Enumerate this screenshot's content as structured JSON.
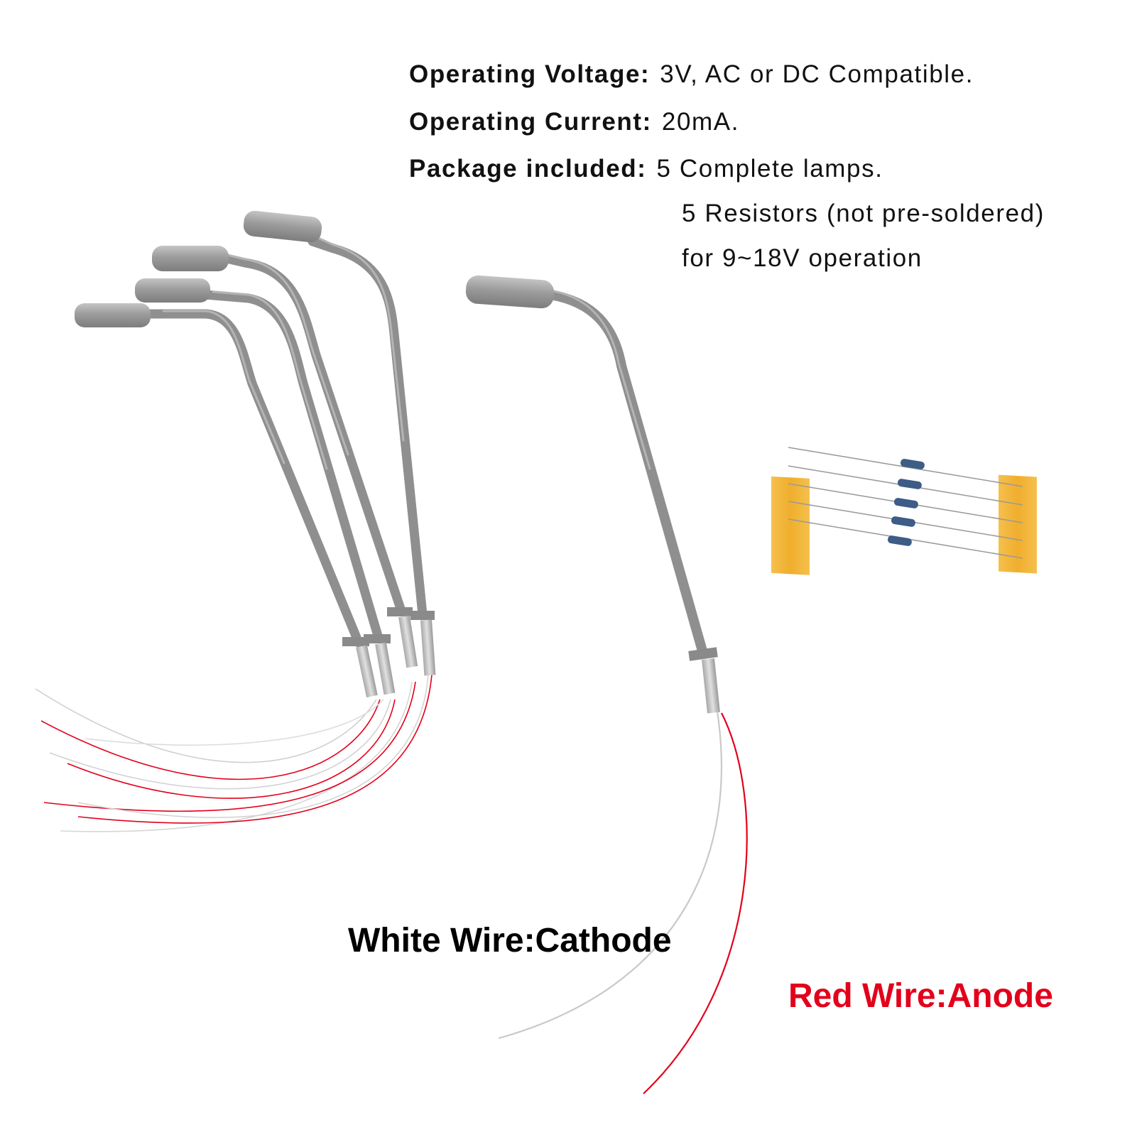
{
  "specs": {
    "voltage": {
      "label": "Operating Voltage:",
      "value": "3V, AC or DC Compatible."
    },
    "current": {
      "label": "Operating Current:",
      "value": "20mA."
    },
    "package": {
      "label": "Package included:",
      "lines": [
        "5 Complete lamps.",
        "5 Resistors (not pre-soldered)",
        "for 9~18V operation"
      ]
    }
  },
  "wire_labels": {
    "white": "White Wire:Cathode",
    "red": "Red Wire:Anode"
  },
  "colors": {
    "background": "#ffffff",
    "text": "#111111",
    "lamp_pole": "#8f8f8f",
    "lamp_pole_highlight": "#b4b4b4",
    "lamp_head": "#9a9a9a",
    "red_wire": "#e3001b",
    "white_wire": "#c9c9c9",
    "resistor_tape": "#f2b43a",
    "resistor_body": "#3d5c86",
    "red_label": "#e3001b",
    "white_label": "#000000"
  },
  "lamps": {
    "count": 5
  },
  "resistors": {
    "count": 5
  }
}
